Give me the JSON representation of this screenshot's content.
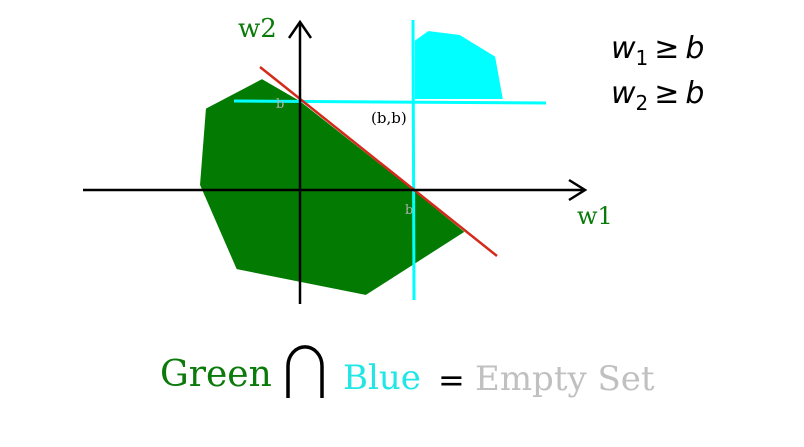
{
  "axes": {
    "w2_label": "w2",
    "w1_label": "w1"
  },
  "point_label": "(b,b)",
  "tick_b_w2": "b",
  "tick_b_w1": "b",
  "constraints": {
    "line1": {
      "var": "w",
      "sub": "1",
      "op": "≥",
      "rhs": "b"
    },
    "line2": {
      "var": "w",
      "sub": "2",
      "op": "≥",
      "rhs": "b"
    }
  },
  "equation": {
    "green": "Green",
    "intersect_symbol": "∩",
    "blue": "Blue",
    "equals": "=",
    "result": "Empty Set"
  },
  "colors": {
    "green_region": "#037b03",
    "green_text": "#0a7a0a",
    "blue_region": "#00ffff",
    "blue_text": "#22e6e6",
    "separator": "#d42a1a",
    "axis": "#000000",
    "empty_text": "#c0c0c0"
  }
}
